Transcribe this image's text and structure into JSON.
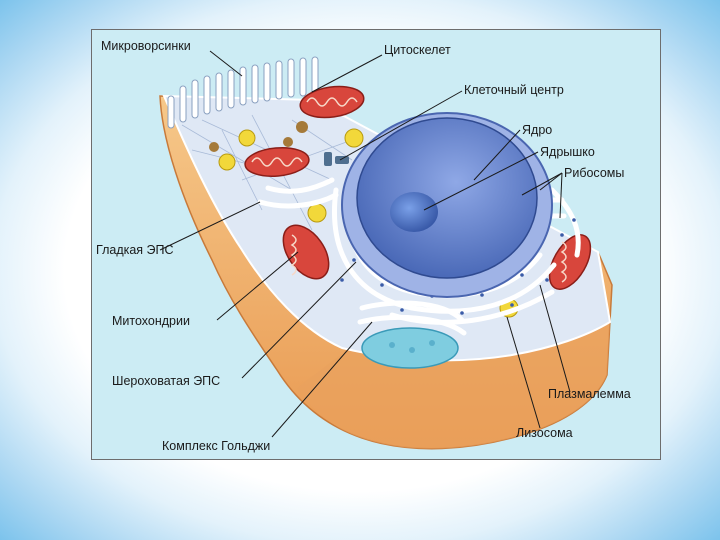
{
  "labels": {
    "microvilli": "Микроворсинки",
    "cytoskeleton": "Цитоскелет",
    "cell_center": "Клеточный центр",
    "nucleus": "Ядро",
    "nucleolus": "Ядрышко",
    "ribosomes": "Рибосомы",
    "smooth_er": "Гладкая ЭПС",
    "mitochondria": "Митохондрии",
    "rough_er": "Шероховатая ЭПС",
    "plasmalemma": "Плазмалемма",
    "lysosome": "Лизосома",
    "golgi": "Комплекс Гольджи"
  },
  "colors": {
    "background": "#ccecf4",
    "membrane": "#f0b070",
    "cytoplasm": "#dfe8f5",
    "nucleus": "#5b7fc8",
    "mitochondria": "#d8463c",
    "golgi": "#7fcde0",
    "lysosome": "#f2d83a"
  }
}
